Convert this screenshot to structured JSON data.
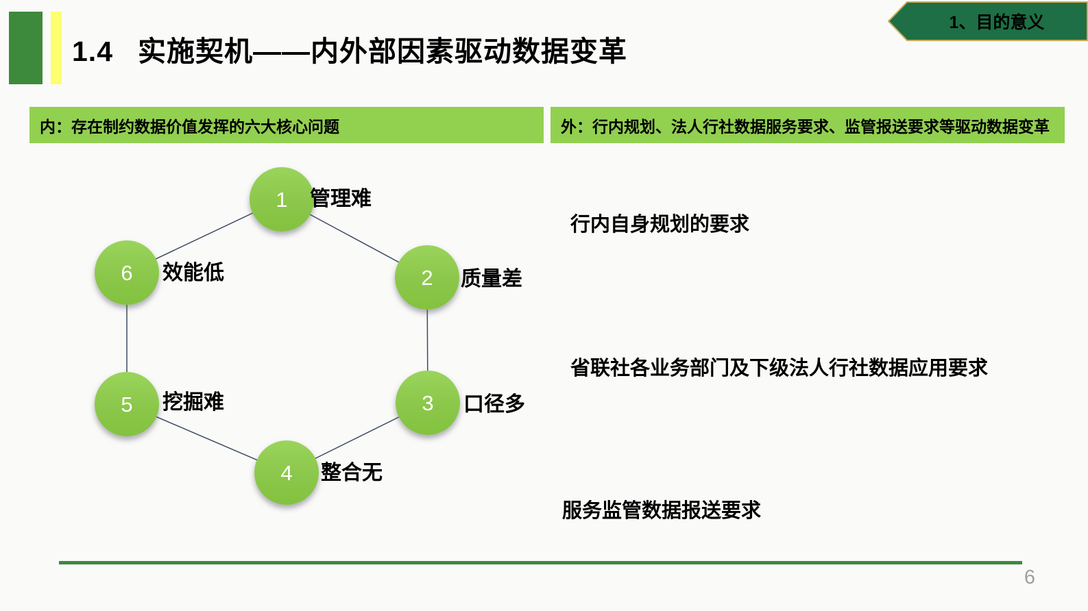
{
  "title": {
    "number": "1.4",
    "text": "实施契机——内外部因素驱动数据变革"
  },
  "corner_tab": {
    "label": "1、目的意义"
  },
  "internal_panel": {
    "header": "内：存在制约数据价值发挥的六大核心问题"
  },
  "external_panel": {
    "header": "外：行内规划、法人行社数据服务要求、监管报送要求等驱动数据变革",
    "items": [
      "行内自身规划的要求",
      "省联社各业务部门及下级法人行社数据应用要求",
      "服务监管数据报送要求"
    ]
  },
  "diagram": {
    "type": "cycle",
    "nodes": [
      {
        "num": "1",
        "label": "管理难"
      },
      {
        "num": "2",
        "label": "质量差"
      },
      {
        "num": "3",
        "label": "口径多"
      },
      {
        "num": "4",
        "label": "整合无"
      },
      {
        "num": "5",
        "label": "挖掘难"
      },
      {
        "num": "6",
        "label": "效能低"
      }
    ]
  },
  "page": {
    "number": "6"
  },
  "colors": {
    "header_bar_green": "#92d050",
    "node_green": "#8bc74a",
    "banner_green": "#1e6f45",
    "banner_border_gold": "#c9ab55",
    "accent_dark_green": "#3e8a3c",
    "accent_yellow": "#fdff6e",
    "divider_green": "#3a8a3e",
    "connector_line": "#3d4a5e"
  }
}
